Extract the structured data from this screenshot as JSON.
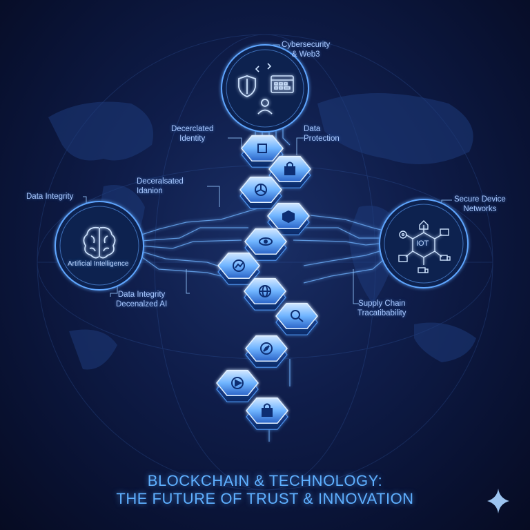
{
  "title": {
    "line1": "BLOCKCHAIN & TECHNOLOGY:",
    "line2": "THE FUTURE OF TRUST & INNOVATION"
  },
  "labels": {
    "cyber1": "Cybersecurity",
    "cyber2": "& Web3",
    "did1": "Decerclated",
    "did2": "Identity",
    "dp1": "Data",
    "dp2": "Protection",
    "dec1": "Deceralsated",
    "dec2": "Idanion",
    "data_integrity_top": "Data Integrity",
    "ai": "Artificial Intelligence",
    "di_bottom1": "Data Integrity",
    "di_bottom2": "Decenalzed AI",
    "sdn1": "Secure Device",
    "sdn2": "Networks",
    "sc1": "Supply Chain",
    "sc2": "Tracatibability",
    "iot": "IOT"
  },
  "blocks": [
    {
      "icon": "cube-icon"
    },
    {
      "icon": "lock-icon"
    },
    {
      "icon": "pie-chart-icon"
    },
    {
      "icon": "box-icon"
    },
    {
      "icon": "node-icon"
    },
    {
      "icon": "chart-icon"
    },
    {
      "icon": "globe-icon"
    },
    {
      "icon": "search-icon"
    },
    {
      "icon": "compass-icon"
    },
    {
      "icon": "play-icon"
    },
    {
      "icon": "lock-icon"
    }
  ],
  "colors": {
    "accent": "#5fb0ff",
    "glow": "#7cc4ff",
    "background": "#0a1230"
  }
}
